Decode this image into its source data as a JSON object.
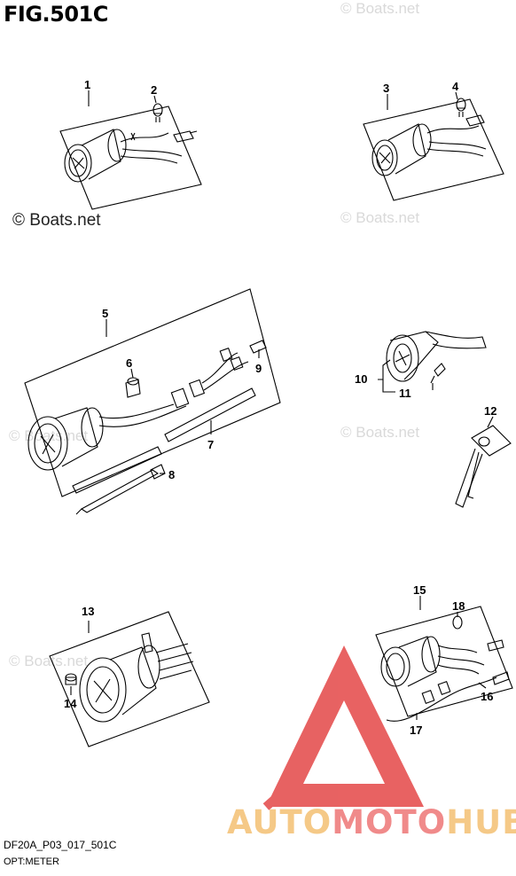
{
  "figure": {
    "title": "FIG.501C",
    "code": "DF20A_P03_017_501C",
    "subtitle": "OPT:METER"
  },
  "watermark": {
    "dark": "© Boats.net",
    "light": "© Boats.net"
  },
  "brand": {
    "part1": "AUTO",
    "part2": "MOTO",
    "part3": "HUB"
  },
  "callouts": [
    "1",
    "2",
    "3",
    "4",
    "5",
    "6",
    "7",
    "8",
    "9",
    "10",
    "11",
    "12",
    "13",
    "14",
    "15",
    "16",
    "17",
    "18"
  ],
  "colors": {
    "line": "#000000",
    "triangle": "#e23b3b",
    "brand_yellow": "#f5c987",
    "brand_red": "#f08a8a",
    "watermark_light": "#d9d9d9"
  }
}
